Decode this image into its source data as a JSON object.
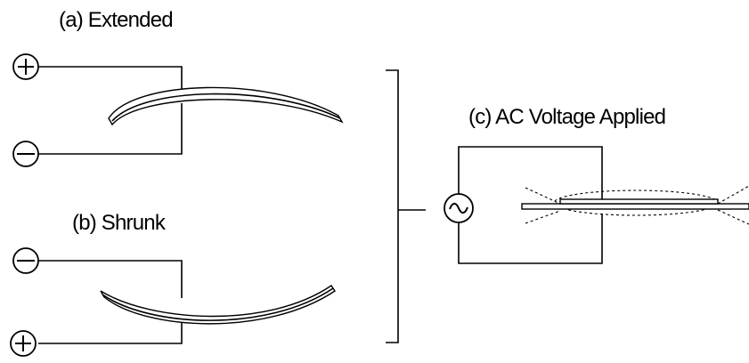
{
  "labels": {
    "extended": "(a) Extended",
    "shrunk": "(b) Shrunk",
    "ac_applied": "(c) AC Voltage Applied"
  },
  "symbols": {
    "plus": "+",
    "minus": "−",
    "ac": "~"
  },
  "colors": {
    "line": "#000000",
    "background": "#ffffff"
  }
}
